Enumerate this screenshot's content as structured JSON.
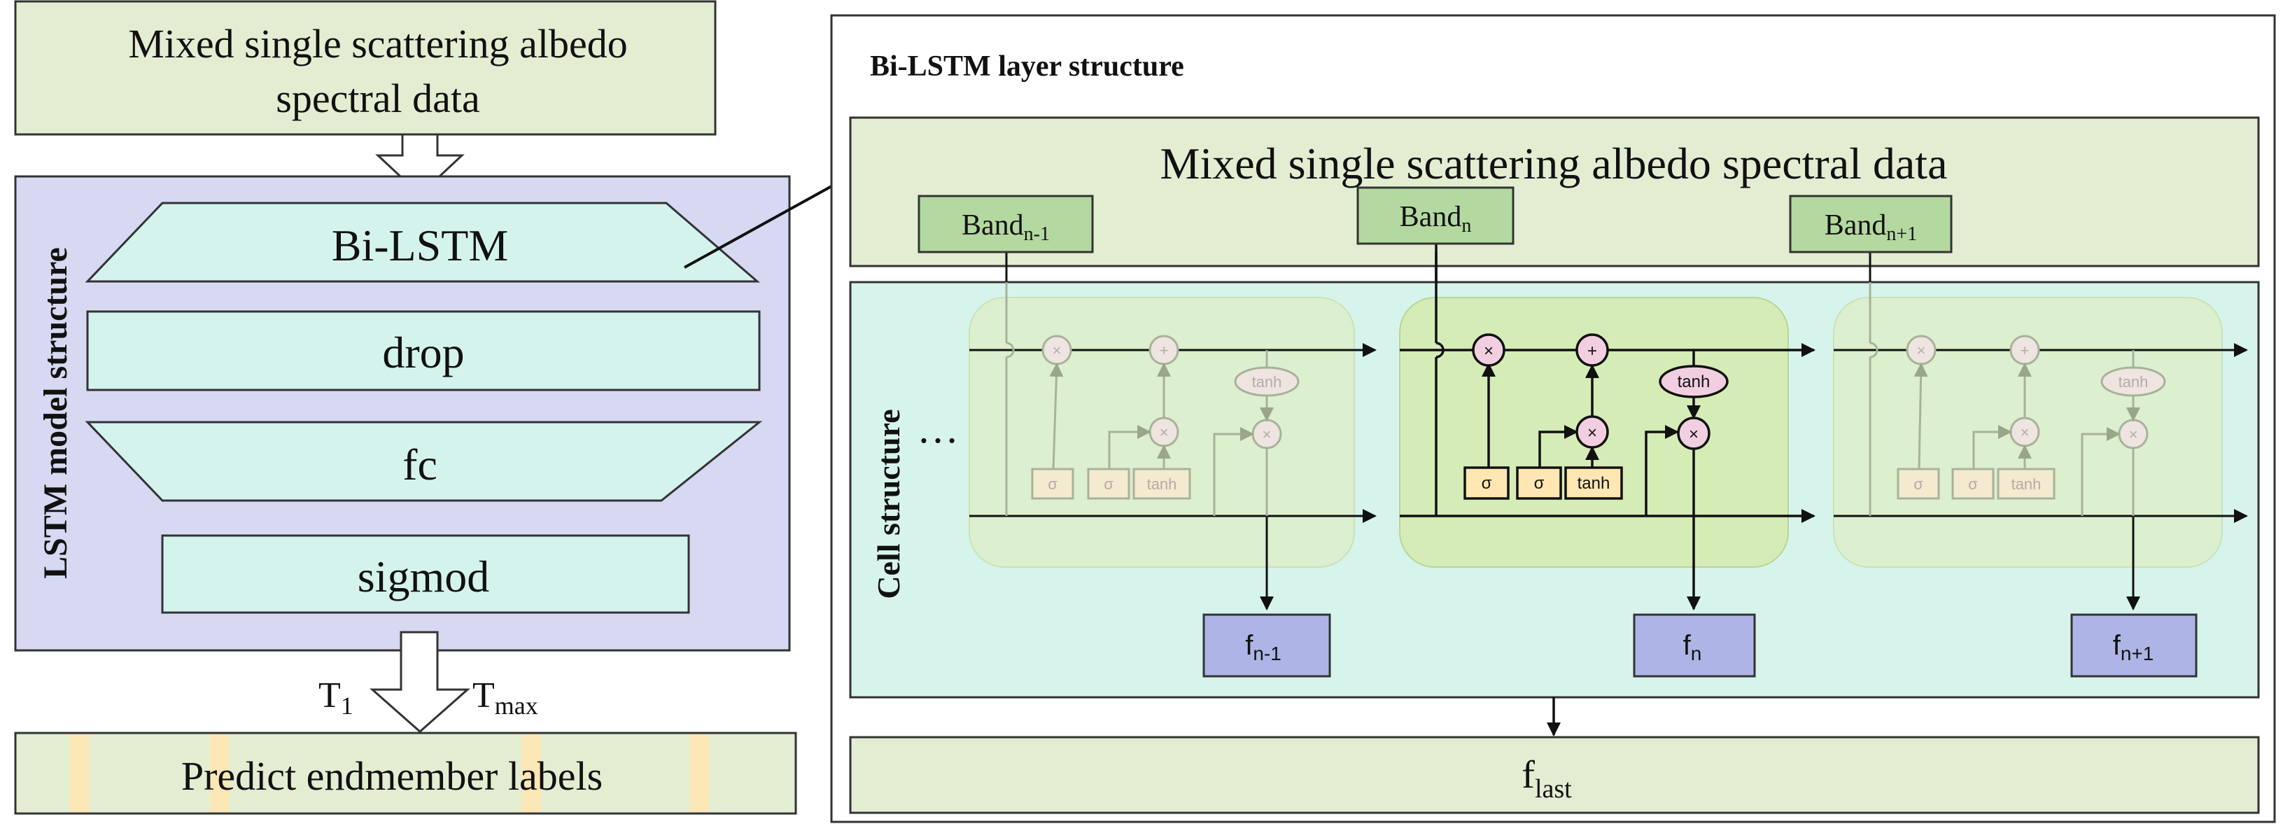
{
  "left": {
    "input_box": {
      "line1": "Mixed single scattering albedo",
      "line2": "spectral data"
    },
    "model_title": "LSTM model structure",
    "layers": [
      "Bi-LSTM",
      "drop",
      "fc",
      "sigmod"
    ],
    "t_start": {
      "base": "T",
      "sub": "1"
    },
    "t_end": {
      "base": "T",
      "sub": "max"
    },
    "output_box": "Predict endmember labels"
  },
  "right": {
    "title": "Bi-LSTM layer structure",
    "input_banner": "Mixed single scattering albedo spectral data",
    "cell_title": "Cell structure",
    "ellipsis": "…",
    "bands": [
      {
        "base": "Band",
        "sub": "n-1"
      },
      {
        "base": "Band",
        "sub": "n"
      },
      {
        "base": "Band",
        "sub": "n+1"
      }
    ],
    "outputs": [
      {
        "base": "f",
        "sub": "n-1"
      },
      {
        "base": "f",
        "sub": "n"
      },
      {
        "base": "f",
        "sub": "n+1"
      }
    ],
    "final_output": {
      "base": "f",
      "sub": "last"
    },
    "gate_labels": {
      "sigma": "σ",
      "tanh": "tanh",
      "times": "×",
      "plus": "+"
    }
  },
  "colors": {
    "green_box": "#e3edd2",
    "blue_panel": "#d6d9f1",
    "cyan_box": "#d4f3ec",
    "cell_panel": "#d7f4ec",
    "band_box": "#b4d9a0",
    "output_box": "#aeb5e6",
    "gate_yellow": "#ffe6b3",
    "op_pink": "#f2cfe0",
    "stripe": "#fbe6b6"
  }
}
